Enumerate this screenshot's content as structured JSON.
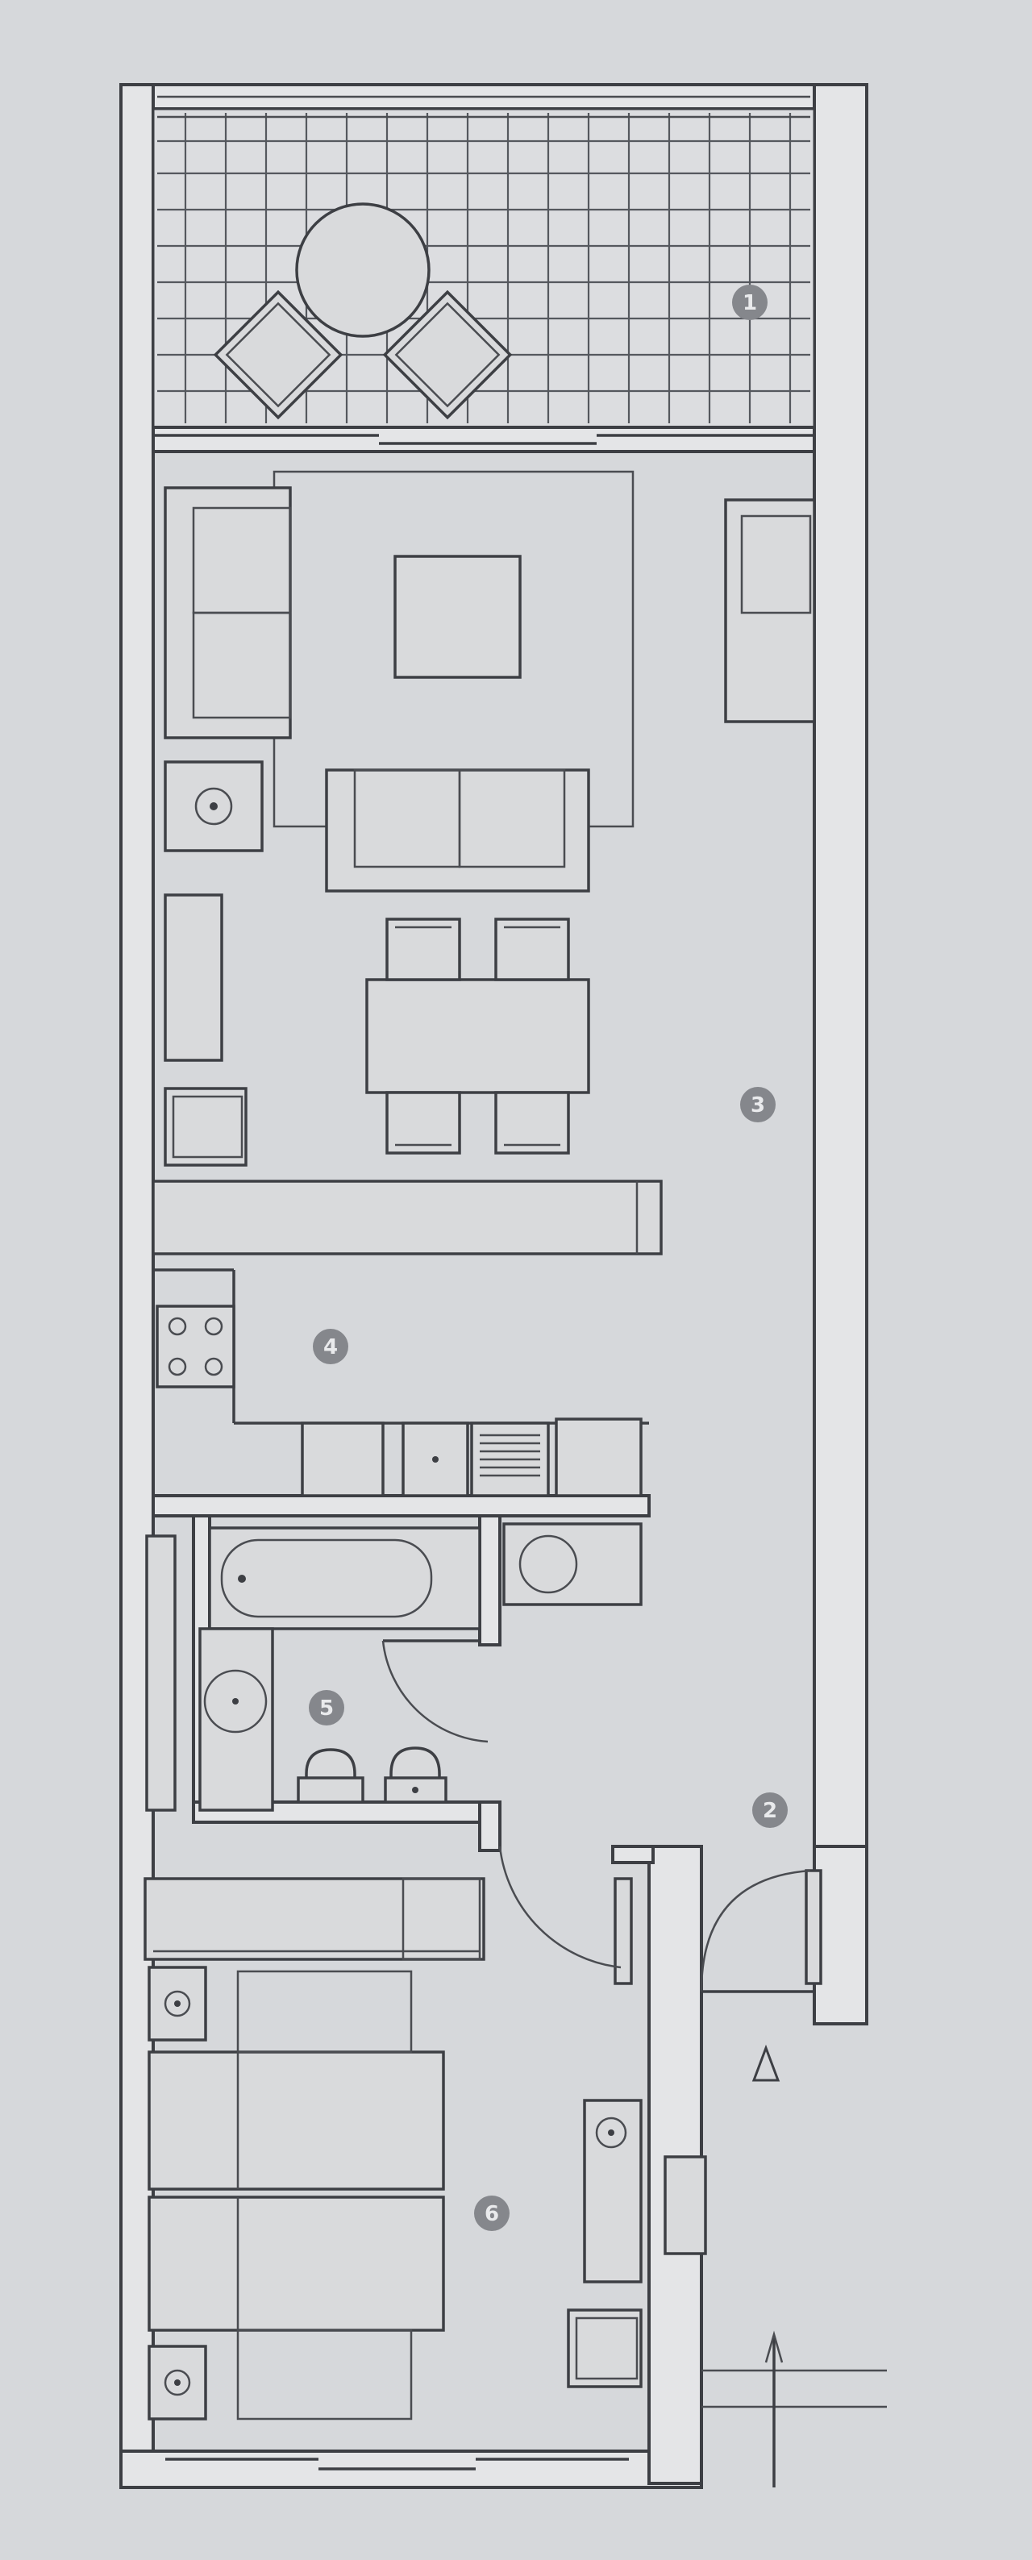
{
  "plan": {
    "room_markers": [
      {
        "id": "terrace",
        "label": "1"
      },
      {
        "id": "entrance",
        "label": "2"
      },
      {
        "id": "living",
        "label": "3"
      },
      {
        "id": "kitchen",
        "label": "4"
      },
      {
        "id": "bathroom",
        "label": "5"
      },
      {
        "id": "bedroom",
        "label": "6"
      }
    ]
  }
}
